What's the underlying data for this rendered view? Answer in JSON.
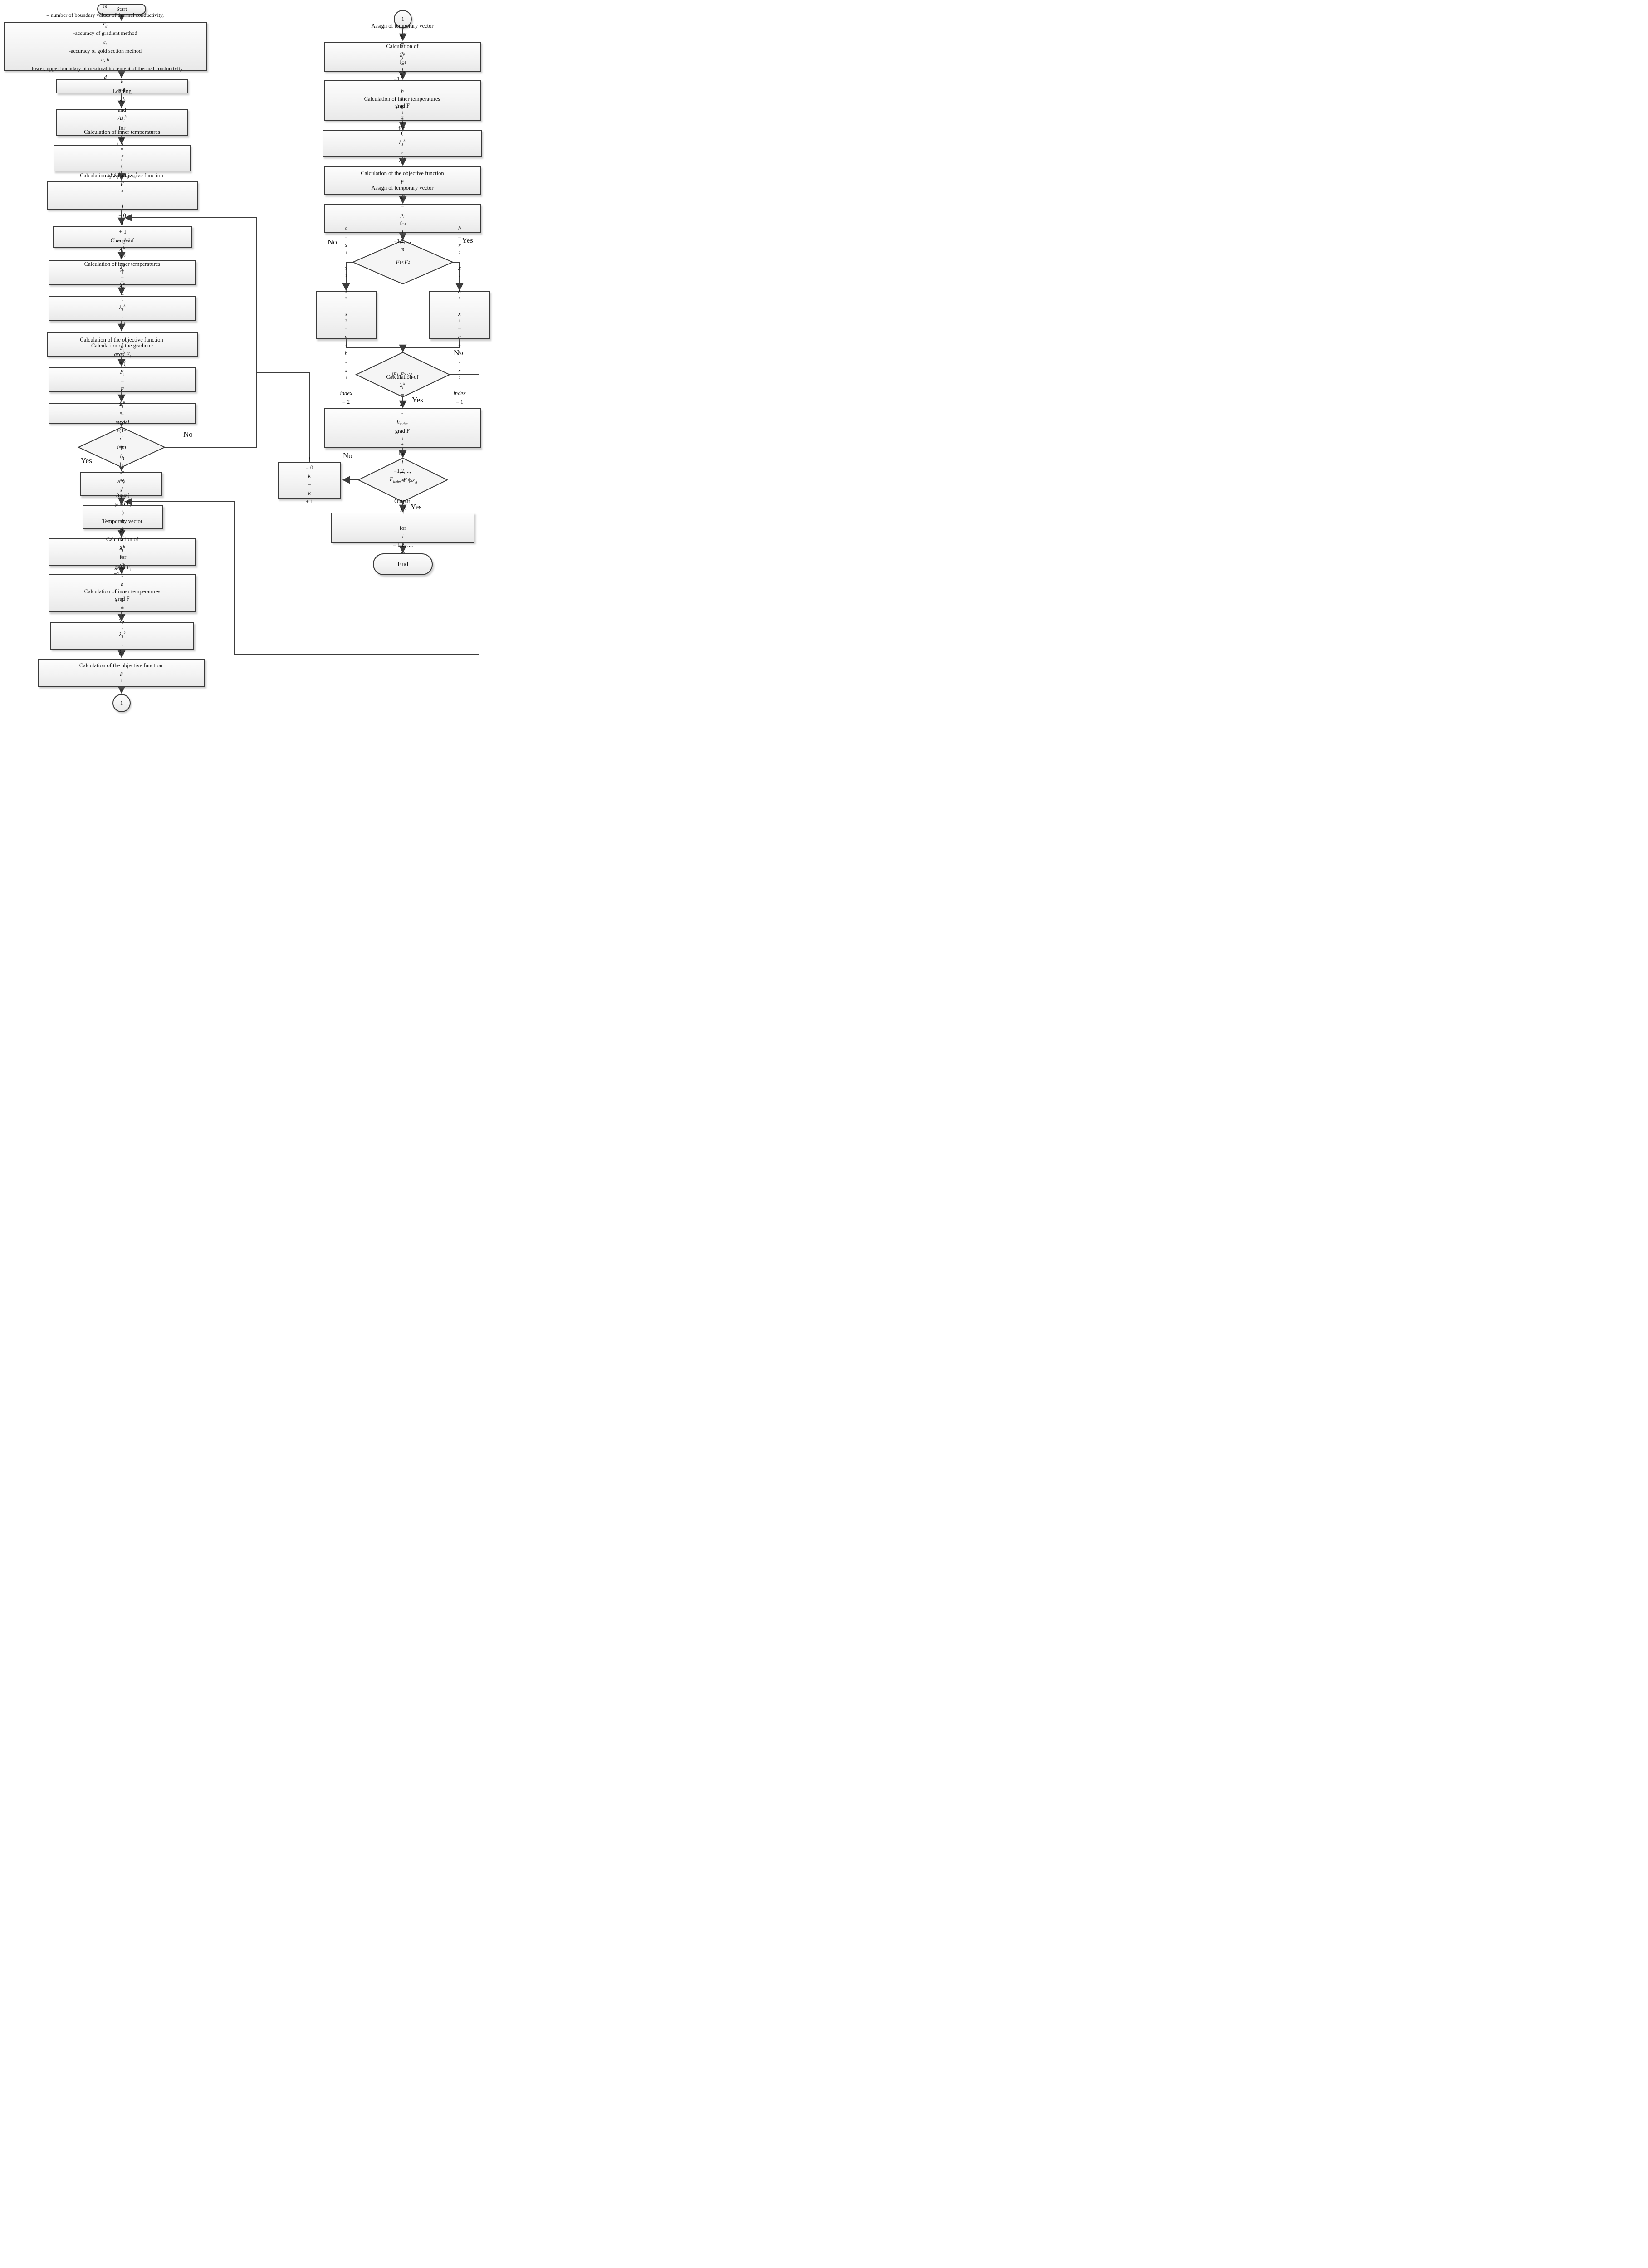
{
  "diagram": {
    "yes": "Yes",
    "no": "No",
    "connector_label": "1",
    "start_label": "Start",
    "end_label": "End",
    "nodes": {
      "params": {
        "lines": [
          "*m* – number of boundary values of thermal conductivity,",
          "*ε_{g}* -accuracy of gradient method",
          "*ε_{z}* -accuracy of gold section method",
          "*a, b* – lower, upper boundary of maximal increment of thermal conductivity",
          "*d* = 0.618"
        ]
      },
      "k_init": {
        "lines": [
          "*k* = 1"
        ]
      },
      "loading": {
        "lines": [
          "Loading *λ_{i}^{k}* and *Δλ_{i}^{k}* for *i* =1,2,...,*m*"
        ]
      },
      "inner_temp_m": {
        "lines": [
          "Calculation of inner temperatures",
          "$T$= *f*(*λ_{1}^{k},λ_{2}^{k}, ..., λ_{m}^{k}*)  by SIMT"
        ]
      },
      "objective_f0": {
        "lines": [
          "Calculation of the objective function  *F*_{0}",
          "*i* = 0"
        ]
      },
      "i_increment": {
        "lines": [
          "*i* = *i* + 1",
          "*model* = *λ_{i}^{k}*;"
        ]
      },
      "change_lambda": {
        "lines": [
          "Change of *λ_{i}^{k}*",
          "*λ_{i}^{k}* = *λ_{i}^{k}* + *Δλ_{i}^{k}*"
        ]
      },
      "inner_temp_p1": {
        "lines": [
          "Calculation of inner temperatures",
          "$T$= *f*(*λ_{1}^{k}*, *λ_{2}^{k}*, ..., *λ_{p}^{k}*)  by SIMT"
        ]
      },
      "objective_fi": {
        "lines": [
          "Calculation of the objective function  *F_{i}*"
        ]
      },
      "gradient": {
        "lines": [
          "Calculation of the gradient:",
          "*grad F_{i}* = (*F_{i}* – *F*_{0}) / *Δλ_{i}^{k}*"
        ]
      },
      "model_restore": {
        "lines": [
          "*λ_{i}^{k}* = *model*"
        ]
      },
      "decision_i_m": {
        "lines": [
          "*i* = *m*"
        ]
      },
      "x1_x2": {
        "lines": [
          "*x_{1}* = *a*+(1-*d*) * (*b*-*a*)",
          "*x*_{2} = *a*+*d* * (*b*-*a*)"
        ]
      },
      "h1_h2": {
        "lines": [
          "*h*_{1}=*x*_{1}/max(*grad F_{i}*)",
          "*h*_{2}=*x*_{2}/max(*grad F_{i}*)"
        ]
      },
      "temp_vector": {
        "lines": [
          "Temporary vector",
          "*p_{i}* = *λ_{i}^{k}*  for   *i* =1,2,...,*m*"
        ]
      },
      "lambda_h1": {
        "lines": [
          "Calculation of",
          "*λ_{i}^{k}* = *λ_{i}^{k}* - *h*_{1} * *grad F_{i}*",
          "for   *i* =1,2,...,*m*"
        ]
      },
      "inner_temp_p2": {
        "lines": [
          "Calculation of inner temperatures",
          "$T$= *f*(*λ_{1}^{k}*, *λ_{2}^{k}*, ..., *λ_{p}^{k}*)  by SIMT"
        ]
      },
      "objective_f1": {
        "lines": [
          "Calculation of the objective function  *F*_{1}"
        ]
      },
      "assign_vector_1": {
        "lines": [
          "Assign of temporary vector",
          "*λ_{i}^{k}* = *p_{i}*  for   *i* =1,2,...,*m*"
        ]
      },
      "lambda_h2": {
        "lines": [
          "Calculation of",
          "*λ_{i}^{k}* = *λ_{i}^{k}* - *h*_{2} * *grad F_{i}*",
          "for   *i* =1,2,...,*m*"
        ]
      },
      "inner_temp_p3": {
        "lines": [
          "Calculation of inner temperatures",
          "$T$= *f*(*λ_{1}^{k}*, *λ_{2}^{k}*, ..., *λ_{p}^{k}*)  by SIMT"
        ]
      },
      "objective_f2": {
        "lines": [
          "Calculation of the objective function",
          "*F*_{2}"
        ]
      },
      "assign_vector_2": {
        "lines": [
          "Assign of temporary vector",
          "*λ_{i}^{k}* = *p_{i}*  for   *i* =1,2,...,*m*"
        ]
      },
      "decision_f1_f2": {
        "lines": [
          "*F*_{1} < *F*_{2}"
        ]
      },
      "swap_left": {
        "lines": [
          "*a* = *x*_{1}",
          "*x*_{1} = *x*_{2}",
          "*x*_{2} = *a* + *b* - *x*_{1}",
          "*index* = 2"
        ]
      },
      "swap_right": {
        "lines": [
          "*b* = *x*_{2}",
          "*x*_{2} = *x*_{1}",
          "*x*_{1} = *a* + *b* - *x*_{2}",
          "*index* = 1"
        ]
      },
      "decision_tol_z": {
        "lines": [
          "|*F*_{1} - *F*_{2}|≤ *ε_{z}*"
        ]
      },
      "lambda_h_index": {
        "lines": [
          "Calculation of",
          "*λ_{i}^{k}* = *λ_{i}^{k}* - *h_{index}* * *grad F_{i}*",
          "for   *i* =1,2,...,*m*"
        ]
      },
      "i_zero_k_inc": {
        "lines": [
          "*i* = 0",
          "*k* = *k* + 1"
        ]
      },
      "decision_tol_g": {
        "lines": [
          "|*F_{index}* - *F*_{0}|≤ *ε_{g}*"
        ]
      },
      "output": {
        "lines": [
          "Output  *λ_{i}^{k}*",
          "for *i* = 1,2, ...,*m*"
        ]
      }
    }
  }
}
